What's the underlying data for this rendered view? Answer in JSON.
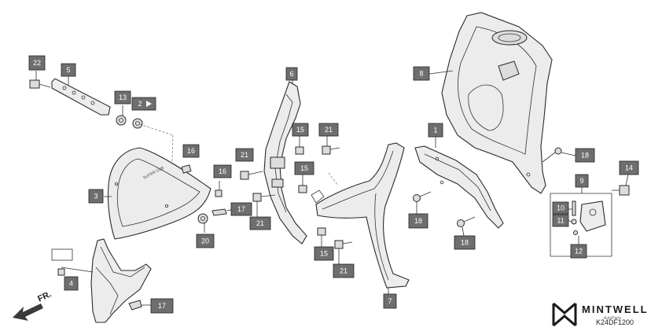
{
  "diagram": {
    "callouts": [
      "22",
      "5",
      "13",
      "2",
      "16",
      "3",
      "16",
      "17",
      "20",
      "4",
      "17",
      "6",
      "15",
      "21",
      "21",
      "15",
      "21",
      "15",
      "21",
      "7",
      "8",
      "1",
      "18",
      "18",
      "18",
      "9",
      "14",
      "10",
      "11",
      "12"
    ],
    "direction_label": "FR.",
    "brand_name": "MINTWELL",
    "brand_sub": "AutoParts",
    "part_code": "K24DF1200"
  },
  "colors": {
    "callout_fill": "#6e6e6e",
    "line": "#333333",
    "part_fill": "#ececec"
  },
  "icons": [
    "bolt-icon",
    "clip-icon",
    "nut-icon",
    "screw-icon",
    "brand-logo-icon",
    "arrow-icon"
  ]
}
